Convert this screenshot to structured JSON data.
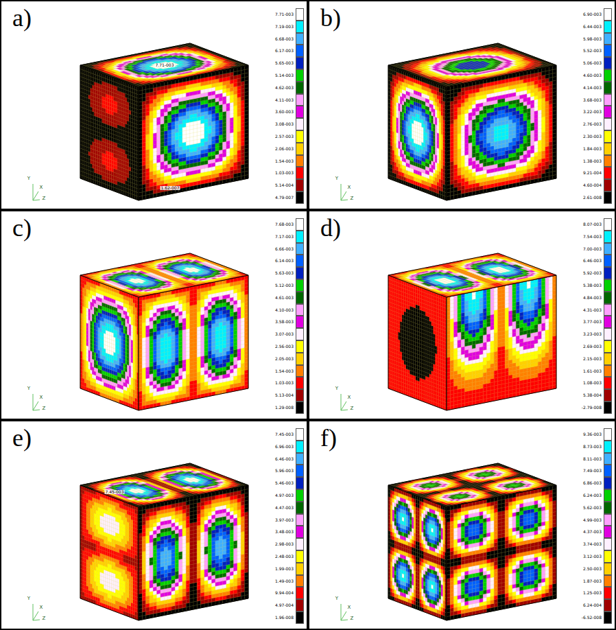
{
  "diagram": {
    "nodes": [
      {
        "text": [
          "a)"
        ]
      },
      {
        "text": [
          "b)"
        ]
      },
      {
        "text": [
          "c)"
        ]
      },
      {
        "text": [
          "d)"
        ]
      },
      {
        "text": [
          "e)"
        ]
      },
      {
        "text": [
          "f)"
        ]
      }
    ],
    "labels": [
      "7.71-003",
      "1.62-007",
      "Y",
      "X",
      "Z",
      "Y",
      "X",
      "Z",
      "Y",
      "X",
      "Z",
      "Y",
      "X",
      "Z",
      "7.45-003",
      "Y",
      "X",
      "Z",
      "Y",
      "X",
      "Z"
    ],
    "legend": [
      {
        "text": "7.71-003",
        "color": "#ffffff"
      },
      {
        "text": "7.19-003",
        "color": "#00f0ff"
      },
      {
        "text": "6.68-003",
        "color": "#40b0ff"
      },
      {
        "text": "6.17-003",
        "color": "#0060ff"
      },
      {
        "text": "5.65-003",
        "color": "#0020c0"
      },
      {
        "text": "5.14-003",
        "color": "#00d000"
      },
      {
        "text": "4.62-003",
        "color": "#006800"
      },
      {
        "text": "4.11-003",
        "color": "#ffa0ff"
      },
      {
        "text": "3.60-003",
        "color": "#e000e0"
      },
      {
        "text": "3.08-003",
        "color": "#fff0ff"
      },
      {
        "text": "2.57-003",
        "color": "#ffff00"
      },
      {
        "text": "2.06-003",
        "color": "#ffd000"
      },
      {
        "text": "1.54-003",
        "color": "#ff8000"
      },
      {
        "text": "1.03-003",
        "color": "#ff0000"
      },
      {
        "text": "5.14-004",
        "color": "#a00000"
      },
      {
        "text": "4.79-007",
        "color": "#000000"
      },
      {
        "text": "6.90-003",
        "color": "#ffffff"
      },
      {
        "text": "6.44-003",
        "color": "#00f0ff"
      },
      {
        "text": "5.98-003",
        "color": "#40b0ff"
      },
      {
        "text": "5.52-003",
        "color": "#0060ff"
      },
      {
        "text": "5.06-003",
        "color": "#0020c0"
      },
      {
        "text": "4.60-003",
        "color": "#00d000"
      },
      {
        "text": "4.14-003",
        "color": "#006800"
      },
      {
        "text": "3.68-003",
        "color": "#ffa0ff"
      },
      {
        "text": "3.22-003",
        "color": "#e000e0"
      },
      {
        "text": "2.76-003",
        "color": "#fff0ff"
      },
      {
        "text": "2.30-003",
        "color": "#ffff00"
      },
      {
        "text": "1.84-003",
        "color": "#ffd000"
      },
      {
        "text": "1.38-003",
        "color": "#ff8000"
      },
      {
        "text": "9.21-004",
        "color": "#ff0000"
      },
      {
        "text": "4.60-004",
        "color": "#a00000"
      },
      {
        "text": "2.61-008",
        "color": "#000000"
      },
      {
        "text": "7.68-003",
        "color": "#ffffff"
      },
      {
        "text": "7.17-003",
        "color": "#00f0ff"
      },
      {
        "text": "6.66-003",
        "color": "#40b0ff"
      },
      {
        "text": "6.14-003",
        "color": "#0060ff"
      },
      {
        "text": "5.63-003",
        "color": "#0020c0"
      },
      {
        "text": "5.12-003",
        "color": "#00d000"
      },
      {
        "text": "4.61-003",
        "color": "#006800"
      },
      {
        "text": "4.10-003",
        "color": "#ffa0ff"
      },
      {
        "text": "3.58-003",
        "color": "#e000e0"
      },
      {
        "text": "3.07-003",
        "color": "#fff0ff"
      },
      {
        "text": "2.56-003",
        "color": "#ffff00"
      },
      {
        "text": "2.05-003",
        "color": "#ffd000"
      },
      {
        "text": "1.54-003",
        "color": "#ff8000"
      },
      {
        "text": "1.03-003",
        "color": "#ff0000"
      },
      {
        "text": "5.13-004",
        "color": "#a00000"
      },
      {
        "text": "1.29-008",
        "color": "#000000"
      },
      {
        "text": "8.07-003",
        "color": "#ffffff"
      },
      {
        "text": "7.54-003",
        "color": "#00f0ff"
      },
      {
        "text": "7.00-003",
        "color": "#40b0ff"
      },
      {
        "text": "6.46-003",
        "color": "#0060ff"
      },
      {
        "text": "5.92-003",
        "color": "#0020c0"
      },
      {
        "text": "5.38-003",
        "color": "#00d000"
      },
      {
        "text": "4.84-003",
        "color": "#006800"
      },
      {
        "text": "4.31-003",
        "color": "#ffa0ff"
      },
      {
        "text": "3.77-003",
        "color": "#e000e0"
      },
      {
        "text": "3.23-003",
        "color": "#fff0ff"
      },
      {
        "text": "2.69-003",
        "color": "#ffff00"
      },
      {
        "text": "2.15-003",
        "color": "#ffd000"
      },
      {
        "text": "1.61-003",
        "color": "#ff8000"
      },
      {
        "text": "1.08-003",
        "color": "#ff0000"
      },
      {
        "text": "5.38-004",
        "color": "#a00000"
      },
      {
        "text": "-2.79-008",
        "color": "#000000"
      },
      {
        "text": "7.45-003",
        "color": "#ffffff"
      },
      {
        "text": "6.96-003",
        "color": "#00f0ff"
      },
      {
        "text": "6.46-003",
        "color": "#40b0ff"
      },
      {
        "text": "5.96-003",
        "color": "#0060ff"
      },
      {
        "text": "5.46-003",
        "color": "#0020c0"
      },
      {
        "text": "4.97-003",
        "color": "#00d000"
      },
      {
        "text": "4.47-003",
        "color": "#006800"
      },
      {
        "text": "3.97-003",
        "color": "#ffa0ff"
      },
      {
        "text": "3.48-003",
        "color": "#e000e0"
      },
      {
        "text": "2.98-003",
        "color": "#fff0ff"
      },
      {
        "text": "2.48-003",
        "color": "#ffff00"
      },
      {
        "text": "1.99-003",
        "color": "#ffd000"
      },
      {
        "text": "1.49-003",
        "color": "#ff8000"
      },
      {
        "text": "9.94-004",
        "color": "#ff0000"
      },
      {
        "text": "4.97-004",
        "color": "#a00000"
      },
      {
        "text": "1.96-008",
        "color": "#000000"
      },
      {
        "text": "9.36-003",
        "color": "#ffffff"
      },
      {
        "text": "8.73-003",
        "color": "#00f0ff"
      },
      {
        "text": "8.11-003",
        "color": "#40b0ff"
      },
      {
        "text": "7.49-003",
        "color": "#0060ff"
      },
      {
        "text": "6.86-003",
        "color": "#0020c0"
      },
      {
        "text": "6.24-003",
        "color": "#00d000"
      },
      {
        "text": "5.62-003",
        "color": "#006800"
      },
      {
        "text": "4.99-003",
        "color": "#ffa0ff"
      },
      {
        "text": "4.37-003",
        "color": "#e000e0"
      },
      {
        "text": "3.74-003",
        "color": "#fff0ff"
      },
      {
        "text": "3.12-003",
        "color": "#ffff00"
      },
      {
        "text": "2.50-003",
        "color": "#ffd000"
      },
      {
        "text": "1.87-003",
        "color": "#ff8000"
      },
      {
        "text": "1.25-003",
        "color": "#ff0000"
      },
      {
        "text": "6.24-004",
        "color": "#a00000"
      },
      {
        "text": "-6.52-008",
        "color": "#000000"
      }
    ]
  }
}
